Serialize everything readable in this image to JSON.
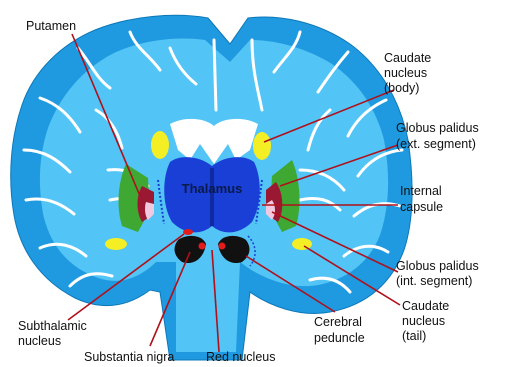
{
  "labels": {
    "putamen": "Putamen",
    "caudate_body": [
      "Caudate",
      "nucleus",
      "(body)"
    ],
    "globus_ext": [
      "Globus palidus",
      "(ext. segment)"
    ],
    "internal_capsule": [
      "Internal",
      "capsule"
    ],
    "globus_int": [
      "Globus palidus",
      "(int. segment)"
    ],
    "caudate_tail": [
      "Caudate",
      "nucleus",
      "(tail)"
    ],
    "cerebral_peduncle": [
      "Cerebral",
      "peduncle"
    ],
    "red_nucleus": "Red nucleus",
    "substantia_nigra": "Substantia nigra",
    "subthalamic": [
      "Subthalamic",
      "nucleus"
    ],
    "thalamus": "Thalamus"
  },
  "colors": {
    "cortex": "#29a7e6",
    "white_matter": "#4fc3f3",
    "sulcus": "#ffffff",
    "thalamus": "#1a3fd6",
    "caudate": "#f4ef24",
    "putamen": "#3ea832",
    "globus_ext": "#9a1832",
    "globus_int": "#f0c8e0",
    "red_nucleus": "#e21b1b",
    "substantia_nigra": "#111111",
    "leader_line": "#b0101a"
  }
}
